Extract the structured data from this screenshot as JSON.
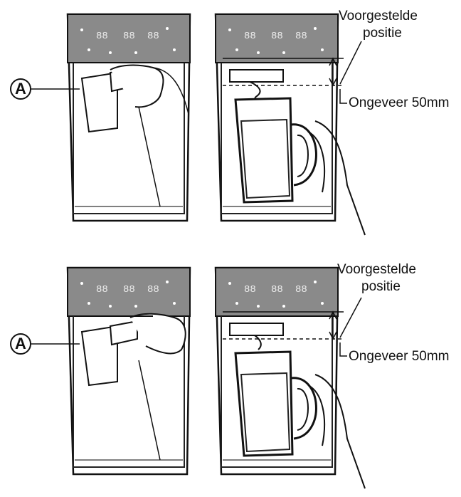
{
  "marker_label": "A",
  "top_row": {
    "suggested_label_line1": "Voorgestelde",
    "suggested_label_line2": "positie",
    "distance_label": "Ongeveer 50mm"
  },
  "bottom_row": {
    "suggested_label_line1": "Voorgestelde",
    "suggested_label_line2": "positie",
    "distance_label": "Ongeveer 50mm"
  },
  "display_readout": "88"
}
